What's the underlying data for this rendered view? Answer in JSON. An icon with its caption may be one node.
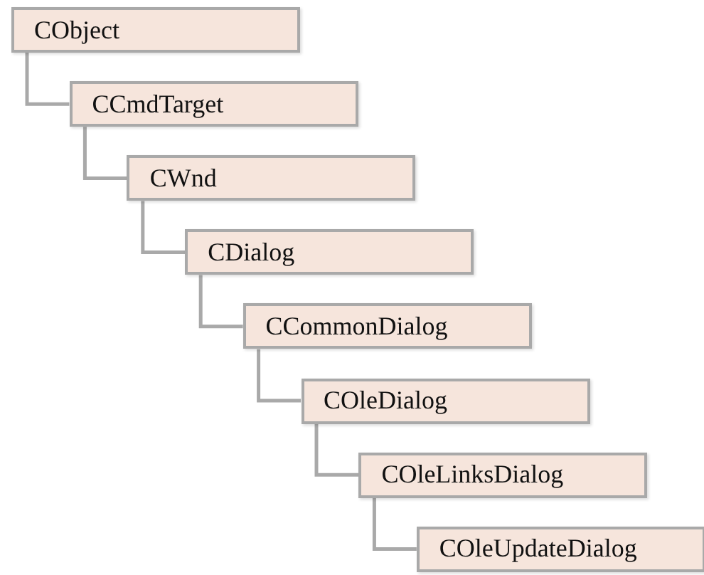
{
  "diagram": {
    "nodes": [
      {
        "text": [
          "CObject"
        ]
      },
      {
        "text": [
          "CCmdTarget"
        ]
      },
      {
        "text": [
          "CWnd"
        ]
      },
      {
        "text": [
          "CDialog"
        ]
      },
      {
        "text": [
          "CCommonDialog"
        ]
      },
      {
        "text": [
          "COleDialog"
        ]
      },
      {
        "text": [
          "COleLinksDialog"
        ]
      },
      {
        "text": [
          "COleUpdateDialog"
        ]
      }
    ],
    "edges": [
      {
        "from": 0,
        "to": 1,
        "arrow": "none"
      },
      {
        "from": 1,
        "to": 2,
        "arrow": "none"
      },
      {
        "from": 2,
        "to": 3,
        "arrow": "none"
      },
      {
        "from": 3,
        "to": 4,
        "arrow": "none"
      },
      {
        "from": 4,
        "to": 5,
        "arrow": "none"
      },
      {
        "from": 5,
        "to": 6,
        "arrow": "none"
      },
      {
        "from": 6,
        "to": 7,
        "arrow": "none"
      }
    ]
  }
}
